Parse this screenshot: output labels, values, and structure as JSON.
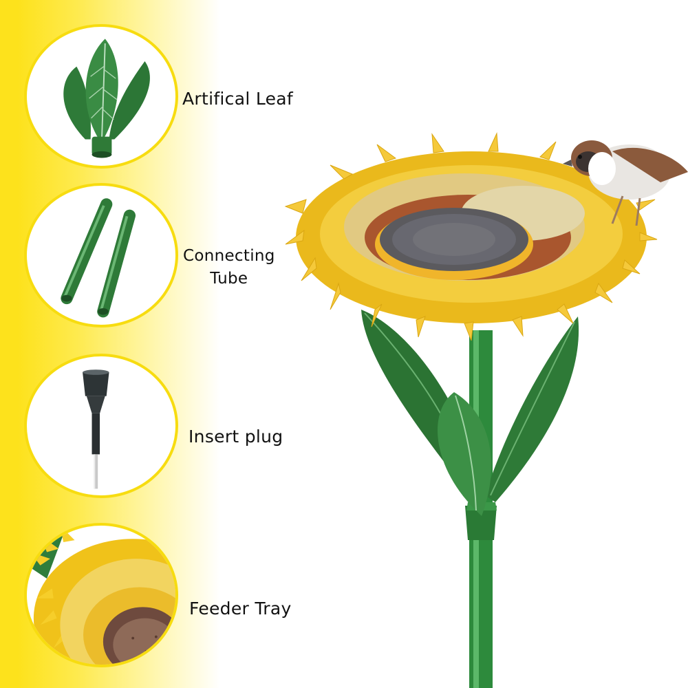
{
  "parts": [
    {
      "label": "Artifical Leaf",
      "icon": "artificial-leaf-icon"
    },
    {
      "label_line1": "Connecting",
      "label_line2": "Tube",
      "icon": "connecting-tube-icon"
    },
    {
      "label": "Insert plug",
      "icon": "insert-plug-icon"
    },
    {
      "label": "Feeder Tray",
      "icon": "feeder-tray-icon"
    }
  ],
  "product": {
    "icon": "sunflower-bird-feeder-illustration",
    "bird_icon": "sparrow-icon"
  },
  "colors": {
    "accent_yellow": "#fde21c",
    "leaf_green": "#2f7d3c",
    "petal_yellow": "#f5c21b",
    "seed_brown": "#8a4a2a"
  }
}
